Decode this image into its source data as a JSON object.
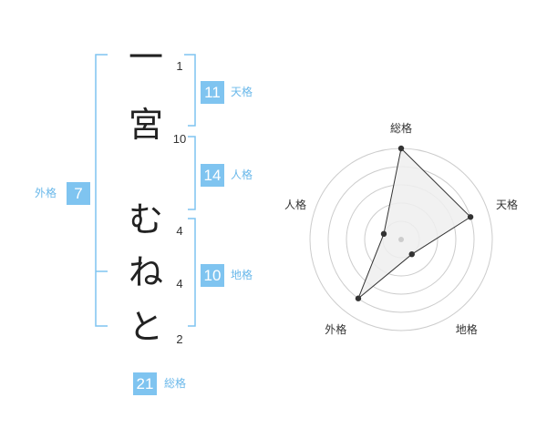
{
  "name_chars": [
    "一",
    "宮",
    "む",
    "ね",
    "と"
  ],
  "strokes": [
    "1",
    "10",
    "4",
    "4",
    "2"
  ],
  "kaku": {
    "tenkaku": {
      "value": "11",
      "label": "天格"
    },
    "jinkaku": {
      "value": "14",
      "label": "人格"
    },
    "chikaku": {
      "value": "10",
      "label": "地格"
    },
    "gaikaku": {
      "value": "7",
      "label": "外格"
    },
    "soukaku": {
      "value": "21",
      "label": "総格"
    }
  },
  "colors": {
    "accent": "#7fc4f0",
    "ring": "#cccccc",
    "fill": "#eeeeee"
  },
  "chart_data": {
    "type": "radar",
    "axes": [
      "総格",
      "天格",
      "地格",
      "外格",
      "人格"
    ],
    "values": [
      5,
      4,
      1,
      4,
      1
    ],
    "rlim": [
      0,
      5
    ]
  }
}
